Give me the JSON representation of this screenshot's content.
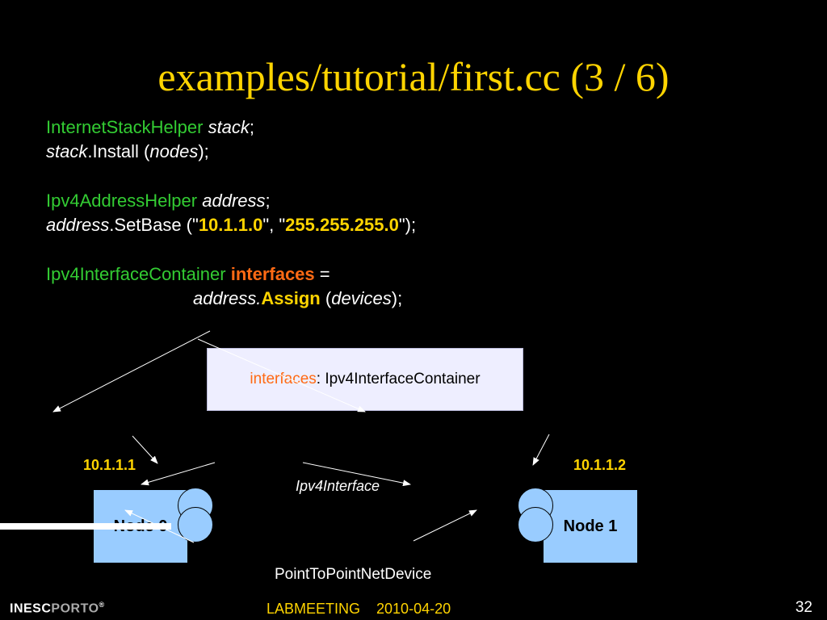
{
  "title": "examples/tutorial/first.cc (3 / 6)",
  "code": {
    "l1": {
      "cls": "InternetStackHelper",
      "sp": " ",
      "var": "stack",
      "end": ";"
    },
    "l2": {
      "var": "stack",
      "mid": ".Install (",
      "arg": "nodes",
      "end": ");"
    },
    "l3": {
      "cls": "Ipv4AddressHelper",
      "sp": " ",
      "var": "address",
      "end": ";"
    },
    "l4": {
      "var": "address",
      "mid": ".SetBase (\"",
      "s1": "10.1.1.0",
      "sep": "\", \"",
      "s2": "255.255.255.0",
      "end": "\");"
    },
    "l5": {
      "cls": "Ipv4InterfaceContainer",
      "sp": " ",
      "var": "interfaces",
      "end": " ="
    },
    "l6": {
      "var": "address.",
      "method": "Assign",
      "mid": " (",
      "arg": "devices",
      "end": ");"
    }
  },
  "container": {
    "name": "interfaces",
    "type": ": Ipv4InterfaceContainer"
  },
  "ip0": "10.1.1.1",
  "ip1": "10.1.1.2",
  "node0": "Node 0",
  "node1": "Node 1",
  "ipv4iface": "Ipv4Interface",
  "p2pdev": "PointToPointNetDevice",
  "footer": {
    "logo_bold": "INESC",
    "logo_grey": "PORTO",
    "reg": "®",
    "meeting": "LABMEETING    2010-04-20",
    "page": "32"
  },
  "colors": {
    "title": "#ffd400",
    "class": "#33cc33",
    "highlight": "#ff6a14",
    "node": "#99ccff",
    "box": "#eeeeff"
  }
}
